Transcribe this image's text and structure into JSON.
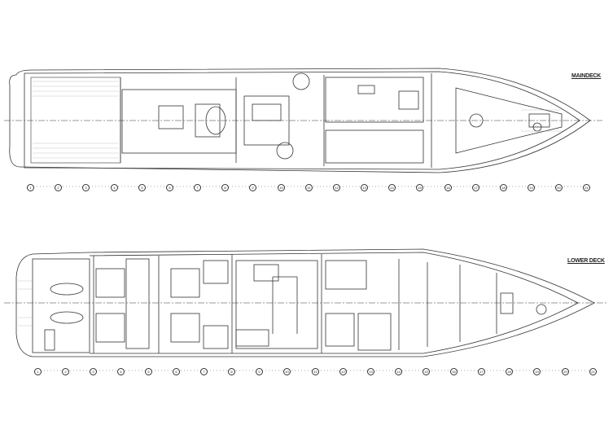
{
  "main_deck": {
    "title": "MAINDECK",
    "scale_markers": [
      "1",
      "2",
      "3",
      "4",
      "5",
      "6",
      "7",
      "8",
      "9",
      "10",
      "11",
      "12",
      "13",
      "14",
      "15",
      "16",
      "17",
      "18",
      "19",
      "20",
      "21"
    ]
  },
  "lower_deck": {
    "title": "LOWER DECK",
    "scale_markers": [
      "1",
      "2",
      "3",
      "4",
      "5",
      "6",
      "7",
      "8",
      "9",
      "10",
      "11",
      "12",
      "13",
      "14",
      "15",
      "16",
      "17",
      "18",
      "19",
      "20",
      "21"
    ]
  },
  "colors": {
    "line": "#333333",
    "background": "#ffffff",
    "hatch": "#888888"
  }
}
